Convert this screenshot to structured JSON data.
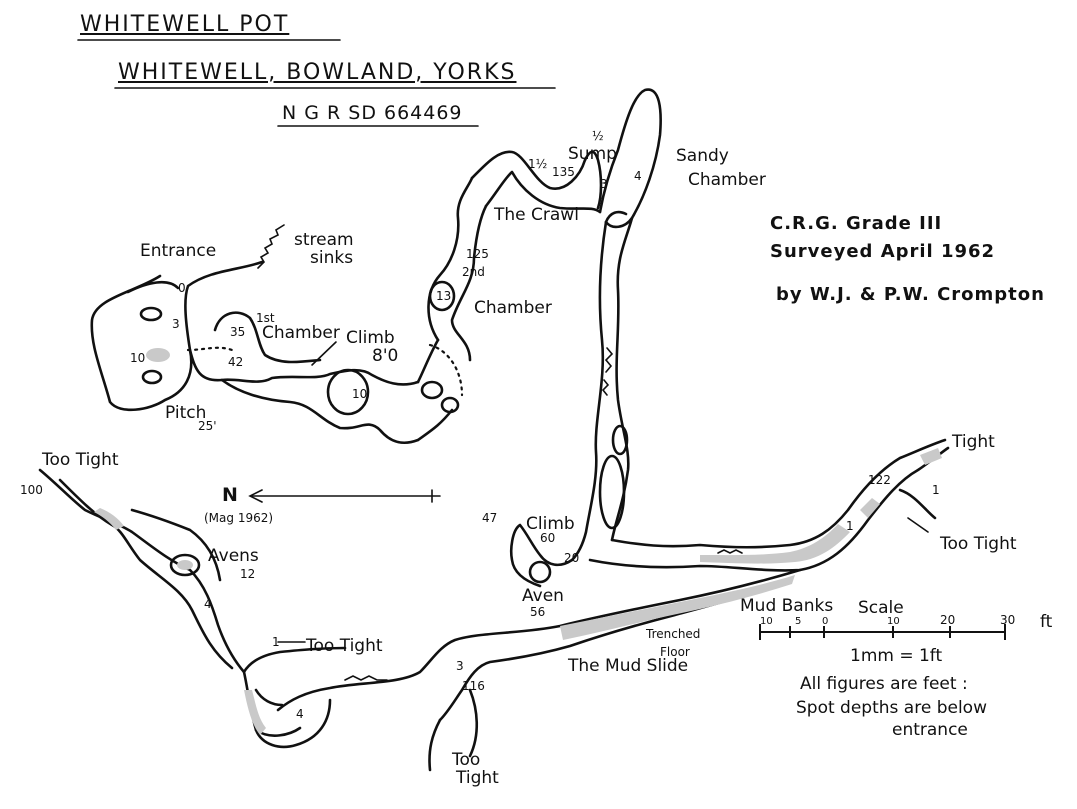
{
  "title": {
    "name": "WHITEWELL POT",
    "location": "WHITEWELL, BOWLAND, YORKS",
    "grid_ref": "N G R SD 664469"
  },
  "info": {
    "grade": "C.R.G. Grade III",
    "surveyed": "Surveyed April 1962",
    "surveyors": "by W.J. & P.W. Crompton"
  },
  "north_arrow": {
    "label": "N",
    "sub": "(Mag 1962)"
  },
  "scale": {
    "title": "Scale",
    "ticks": [
      "10",
      "5",
      "0",
      "10",
      "20",
      "30"
    ],
    "unit": "ft",
    "ratio": "1mm = 1ft"
  },
  "notes": [
    "All figures are feet :",
    "Spot depths are below",
    "entrance"
  ],
  "features": {
    "entrance": "Entrance",
    "stream_sinks": [
      "stream",
      "sinks"
    ],
    "pitch": "Pitch",
    "pitch_depth": "25'",
    "first_chamber": [
      "1st",
      "Chamber"
    ],
    "climb_upper": "Climb",
    "climb_upper_height": "8'0",
    "second_chamber": [
      "2nd",
      "Chamber"
    ],
    "the_crawl": "The Crawl",
    "sump": "Sump",
    "sandy_chamber": [
      "Sandy",
      "Chamber"
    ],
    "avens_west": "Avens",
    "climb_lower": "Climb",
    "aven_lower": "Aven",
    "mud_banks": "Mud Banks",
    "trenched_floor": [
      "Trenched",
      "Floor"
    ],
    "the_mud_slide": "The Mud Slide",
    "too_tight_nw": "Too Tight",
    "too_tight_mid": "Too Tight",
    "too_tight_bottom": [
      "Too",
      "Tight"
    ],
    "tight_ne": "Tight",
    "too_tight_e": "Too Tight"
  },
  "spot_values": {
    "v0": "0",
    "v3": "3",
    "v10a": "10",
    "v35": "35",
    "v42": "42",
    "v10b": "10",
    "v125": "125",
    "v13": "13",
    "v11": "1½",
    "v135": "135",
    "v12a": "½",
    "v3b": "3",
    "v4s": "4",
    "v100": "100",
    "v12": "12",
    "v4a": "4",
    "v47": "47",
    "v60": "60",
    "v20": "20",
    "v56": "56",
    "v122": "122",
    "v1": "1",
    "v1b": "1",
    "v116": "116",
    "v3c": "3",
    "v4b": "4",
    "v1c": "1"
  }
}
